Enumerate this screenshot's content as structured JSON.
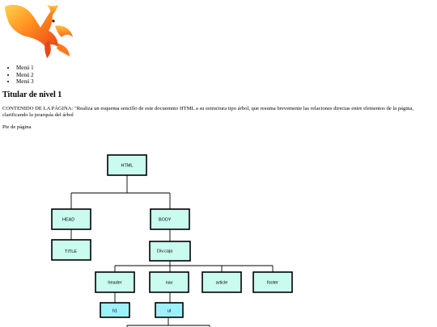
{
  "menu": {
    "items": [
      "Menú 1",
      "Menú 2",
      "Menú 3"
    ]
  },
  "heading": "Titular de nivel 1",
  "content": "CONTENIDO DE LA PÁGINA: \"Realiza un esquema sencillo de este docuemnto HTML a su estructura tipo árbol, que resuma brevemente las relaciones directas entre elementos de la página, clarificando la jerarquía del árbol",
  "footer": "Pie de página",
  "tree": {
    "html": "HTML",
    "head": "HEAD",
    "body": "BODY",
    "title": "TITLE",
    "div": "Div.caja",
    "header": "header",
    "nav": "nav",
    "article": "article",
    "footer": "footer",
    "h1": "h1",
    "ul": "ul"
  },
  "colors": {
    "node_fill": "#c9fbee",
    "leaf_fill": "#9ef0fb"
  }
}
